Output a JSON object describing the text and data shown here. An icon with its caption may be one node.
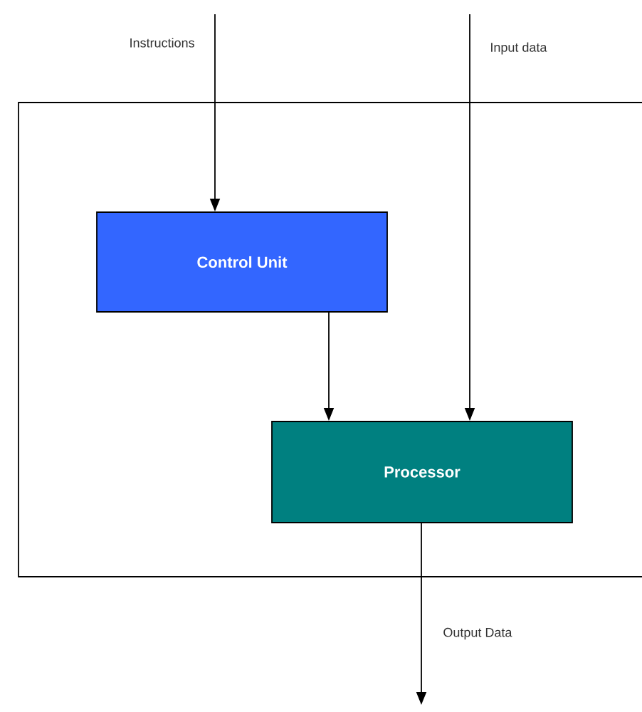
{
  "diagram": {
    "nodes": [
      {
        "text": [],
        "shape": "box"
      },
      {
        "text": [
          "Control Unit"
        ],
        "in": 0
      },
      {
        "text": [
          "Processor"
        ],
        "in": 0
      }
    ],
    "edges": [
      {
        "from": null,
        "to": 1,
        "arrow": "to",
        "label": "Instructions"
      },
      {
        "from": 1,
        "to": 2,
        "arrow": "to"
      },
      {
        "from": null,
        "to": 2,
        "arrow": "to",
        "label": "Input data"
      },
      {
        "from": 2,
        "to": null,
        "arrow": "to",
        "label": "Output Data"
      }
    ]
  }
}
